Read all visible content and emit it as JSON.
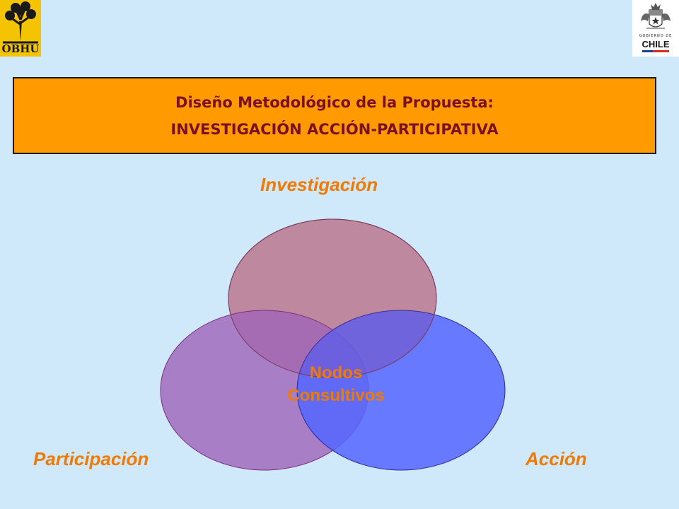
{
  "logos": {
    "left": {
      "text": "OBHU",
      "icon": "obhu-tree-icon"
    },
    "right": {
      "caption": "GOBIERNO DE",
      "word": "CHILE",
      "icon": "chile-coat-of-arms-icon"
    }
  },
  "header": {
    "line1": "Diseño Metodológico de la Propuesta:",
    "line2": "INVESTIGACIÓN ACCIÓN-PARTICIPATIVA"
  },
  "diagram": {
    "top_label": "Investigación",
    "left_label": "Participación",
    "right_label": "Acción",
    "center_line1": "Nodos",
    "center_line2": "Consultivos"
  },
  "colors": {
    "background": "#cfe9fb",
    "header_bg": "#ff9a00",
    "header_text": "#7a1020",
    "label_text": "#f07a00",
    "circle_top": "#c59aa6",
    "circle_left": "#a575c2",
    "circle_right": "#6677ff"
  }
}
